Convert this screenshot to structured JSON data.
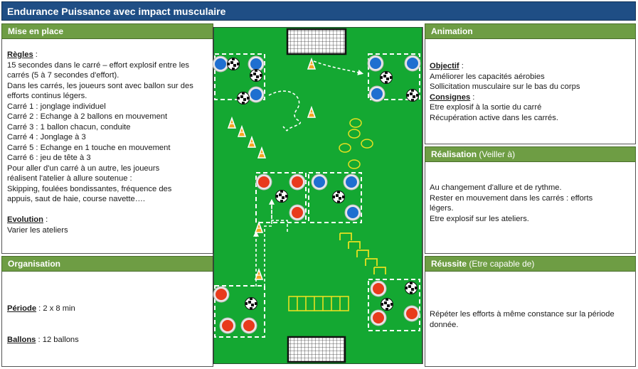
{
  "title": "Endurance  Puissance avec impact musculaire",
  "left": {
    "setup_header": "Mise en place",
    "rules_label": "Règles",
    "rules_lines": [
      "15 secondes dans le carré  – effort explosif entre les",
      "carrés (5 à 7 secondes d'effort).",
      "Dans les carrés, les joueurs sont avec ballon sur des",
      "efforts continus légers.",
      "Carré 1 : jonglage individuel",
      "Carré 2 : Echange à 2 ballons en mouvement",
      "Carré 3 : 1 ballon chacun, conduite",
      "Carré 4 : Jonglage à 3",
      "Carré 5 : Echange en 1 touche en mouvement",
      "Carré 6 : jeu de tête à 3",
      "Pour aller d'un carré à un autre, les joueurs",
      "réalisent l'atelier à allure soutenue :",
      "Skipping, foulées bondissantes, fréquence des",
      "appuis, saut de haie, course navette…."
    ],
    "evolution_label": "Evolution",
    "evolution_text": "Varier les ateliers",
    "org_header": "Organisation",
    "period_label": "Période",
    "period_value": " : 2 x 8 min",
    "balls_label": "Ballons",
    "balls_value": " : 12 ballons"
  },
  "right": {
    "animation_header": "Animation",
    "objective_label": "Objectif",
    "objective_lines": [
      "Améliorer les capacités aérobies",
      "Sollicitation musculaire sur le bas du corps"
    ],
    "instructions_label": "Consignes",
    "instructions_lines": [
      "Etre explosif à la sortie du carré",
      "Récupération active dans les carrés."
    ],
    "realisation_header": "Réalisation",
    "realisation_sub": "(Veiller à)",
    "realisation_lines": [
      "Au changement d'allure et de rythme.",
      "Rester en mouvement dans les carrés : efforts",
      "légers.",
      "Etre explosif sur les ateliers."
    ],
    "success_header": "Réussite",
    "success_sub": "(Etre capable de)",
    "success_lines": [
      "Répéter les efforts à même constance sur la période",
      "donnée."
    ]
  },
  "colors": {
    "title_bg": "#1f4e85",
    "header_bg": "#6e9d44",
    "field_green": "#14a832",
    "player_red": "#e83a1c",
    "player_blue": "#1f6fd0",
    "cone": "#f5a623",
    "hurdle": "#e8e020"
  }
}
